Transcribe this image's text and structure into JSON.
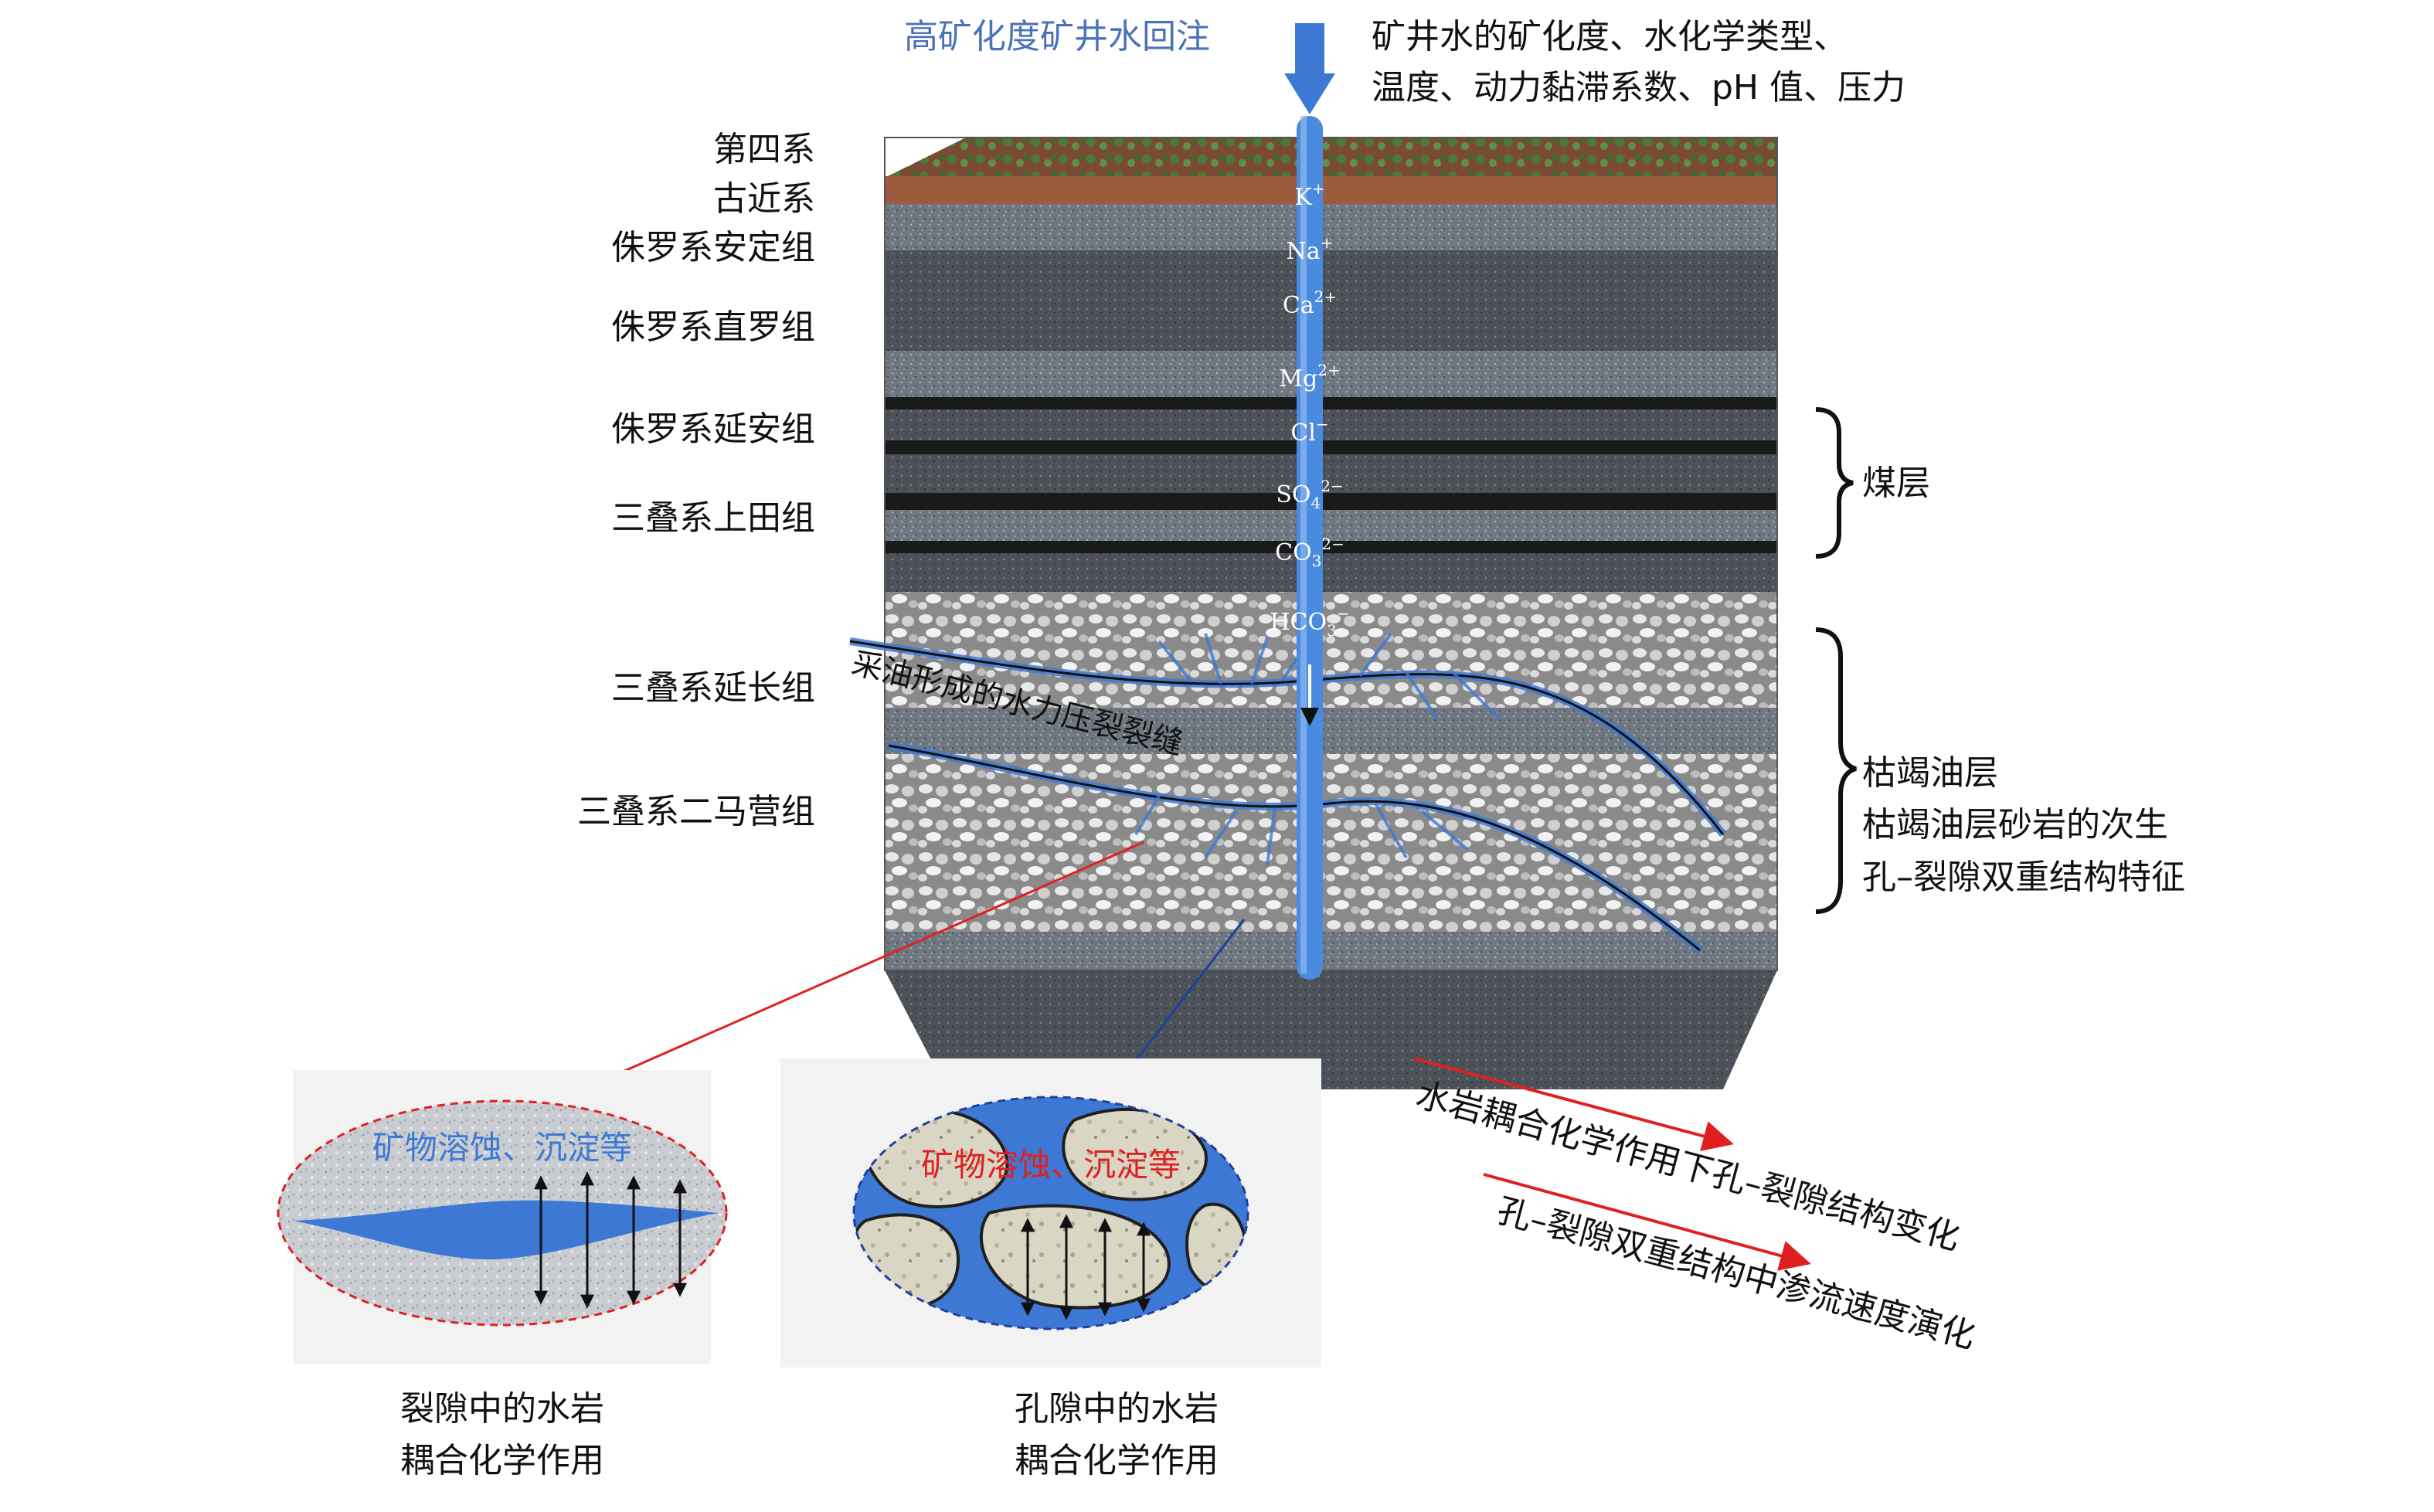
{
  "injection": {
    "label": "高矿化度矿井水回注",
    "factors_line1": "矿井水的矿化度、水化学类型、",
    "factors_line2": "温度、动力黏滞系数、pH 值、压力"
  },
  "strata": [
    "第四系",
    "古近系",
    "侏罗系安定组",
    "侏罗系直罗组",
    "侏罗系延安组",
    "三叠系上田组",
    "三叠系延长组",
    "三叠系二马营组"
  ],
  "ions": [
    {
      "base": "K",
      "sup": "+",
      "sub": ""
    },
    {
      "base": "Na",
      "sup": "+",
      "sub": ""
    },
    {
      "base": "Ca",
      "sup": "2+",
      "sub": ""
    },
    {
      "base": "Mg",
      "sup": "2+",
      "sub": ""
    },
    {
      "base": "Cl",
      "sup": "−",
      "sub": ""
    },
    {
      "base": "SO",
      "sup": "2−",
      "sub": "4"
    },
    {
      "base": "CO",
      "sup": "2−",
      "sub": "3"
    },
    {
      "base": "HCO",
      "sup": "−",
      "sub": "3"
    }
  ],
  "fracture_label": "采油形成的水力压裂裂缝",
  "right_labels": {
    "coal_seam": "煤层",
    "depleted_line1": "枯竭油层",
    "depleted_line2": "枯竭油层砂岩的次生",
    "depleted_line3": "孔–裂隙双重结构特征"
  },
  "insets": {
    "fracture_process": "矿物溶蚀、沉淀等",
    "pore_process": "矿物溶蚀、沉淀等",
    "fracture_caption_line1": "裂隙中的水岩",
    "fracture_caption_line2": "耦合化学作用",
    "pore_caption_line1": "孔隙中的水岩",
    "pore_caption_line2": "耦合化学作用"
  },
  "arrows": {
    "arrow1_text": "水岩耦合化学作用下孔–裂隙结构变化",
    "arrow2_text": "孔–裂隙双重结构中渗流速度演化"
  },
  "colors": {
    "water_blue": "#3d79d4",
    "pipe_blue": "#4a8be0",
    "label_blue": "#4a72b8",
    "red": "#e02020",
    "soil": "#9b5a3c",
    "coal": "#1a1a1a",
    "grass": "#4a7a3a"
  }
}
